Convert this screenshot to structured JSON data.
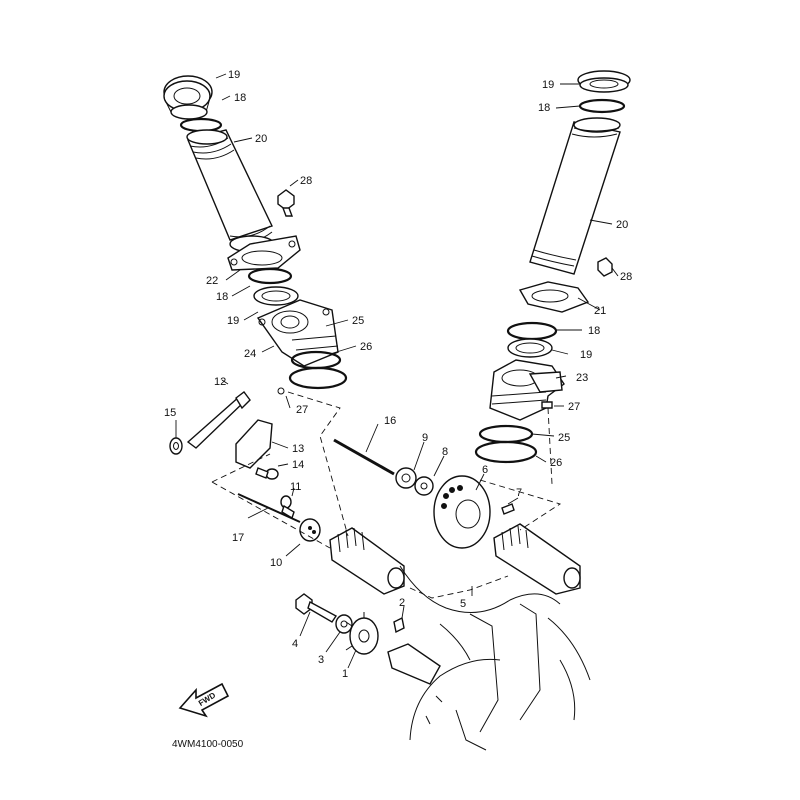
{
  "diagram": {
    "part_code": "4WM4100-0050",
    "fwd_label": "FWD",
    "callouts": [
      {
        "id": "c19a",
        "text": "19"
      },
      {
        "id": "c18a",
        "text": "18"
      },
      {
        "id": "c20a",
        "text": "20"
      },
      {
        "id": "c28a",
        "text": "28"
      },
      {
        "id": "c22",
        "text": "22"
      },
      {
        "id": "c18b",
        "text": "18"
      },
      {
        "id": "c19b",
        "text": "19"
      },
      {
        "id": "c24",
        "text": "24"
      },
      {
        "id": "c25a",
        "text": "25"
      },
      {
        "id": "c26a",
        "text": "26"
      },
      {
        "id": "c27a",
        "text": "27"
      },
      {
        "id": "c12",
        "text": "12"
      },
      {
        "id": "c15",
        "text": "15"
      },
      {
        "id": "c13",
        "text": "13"
      },
      {
        "id": "c14",
        "text": "14"
      },
      {
        "id": "c16",
        "text": "16"
      },
      {
        "id": "c9",
        "text": "9"
      },
      {
        "id": "c8",
        "text": "8"
      },
      {
        "id": "c6",
        "text": "6"
      },
      {
        "id": "c7",
        "text": "7"
      },
      {
        "id": "c11",
        "text": "11"
      },
      {
        "id": "c17",
        "text": "17"
      },
      {
        "id": "c10",
        "text": "10"
      },
      {
        "id": "c5",
        "text": "5"
      },
      {
        "id": "c2",
        "text": "2"
      },
      {
        "id": "c4",
        "text": "4"
      },
      {
        "id": "c3",
        "text": "3"
      },
      {
        "id": "c1",
        "text": "1"
      },
      {
        "id": "c19c",
        "text": "19"
      },
      {
        "id": "c18c",
        "text": "18"
      },
      {
        "id": "c20b",
        "text": "20"
      },
      {
        "id": "c28b",
        "text": "28"
      },
      {
        "id": "c21",
        "text": "21"
      },
      {
        "id": "c18d",
        "text": "18"
      },
      {
        "id": "c19d",
        "text": "19"
      },
      {
        "id": "c23",
        "text": "23"
      },
      {
        "id": "c27b",
        "text": "27"
      },
      {
        "id": "c25b",
        "text": "25"
      },
      {
        "id": "c26b",
        "text": "26"
      }
    ]
  }
}
